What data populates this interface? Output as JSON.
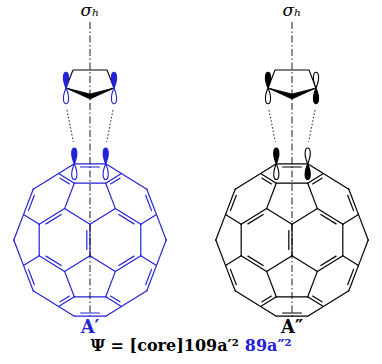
{
  "diagram": {
    "labels": [
      "σₕ",
      "σₕ",
      "A′",
      "A″",
      "Ψ = [core]109a′²",
      "89a″²"
    ]
  }
}
